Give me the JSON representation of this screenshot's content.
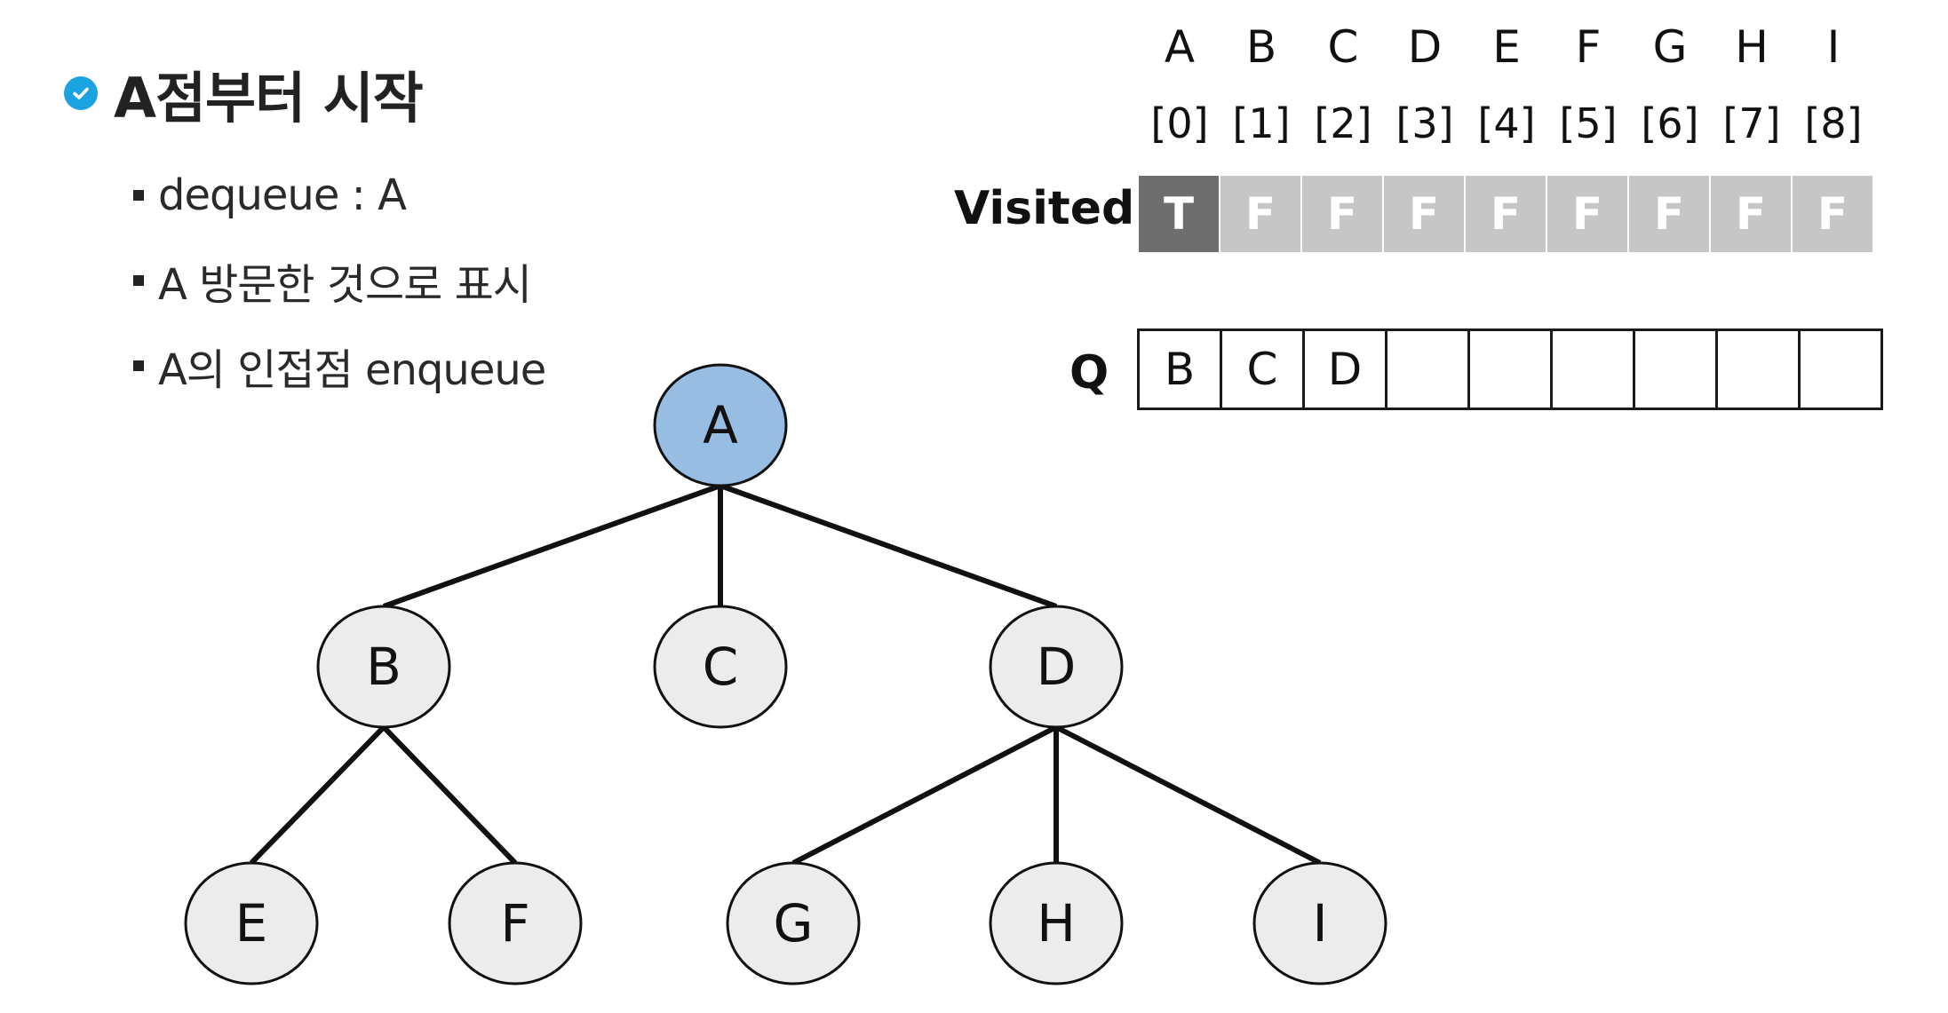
{
  "title": "A점부터 시작",
  "bullets": [
    "dequeue : A",
    "A 방문한 것으로 표시",
    "A의 인접점 enqueue"
  ],
  "columns": [
    "A",
    "B",
    "C",
    "D",
    "E",
    "F",
    "G",
    "H",
    "I"
  ],
  "indices": [
    "[0]",
    "[1]",
    "[2]",
    "[3]",
    "[4]",
    "[5]",
    "[6]",
    "[7]",
    "[8]"
  ],
  "visited": {
    "label": "Visited",
    "values": [
      "T",
      "F",
      "F",
      "F",
      "F",
      "F",
      "F",
      "F",
      "F"
    ]
  },
  "queue": {
    "label": "Q",
    "values": [
      "B",
      "C",
      "D",
      "",
      "",
      "",
      "",
      "",
      ""
    ]
  },
  "tree": {
    "nodes": [
      {
        "id": "A",
        "label": "A",
        "highlighted": true
      },
      {
        "id": "B",
        "label": "B",
        "highlighted": false
      },
      {
        "id": "C",
        "label": "C",
        "highlighted": false
      },
      {
        "id": "D",
        "label": "D",
        "highlighted": false
      },
      {
        "id": "E",
        "label": "E",
        "highlighted": false
      },
      {
        "id": "F",
        "label": "F",
        "highlighted": false
      },
      {
        "id": "G",
        "label": "G",
        "highlighted": false
      },
      {
        "id": "H",
        "label": "H",
        "highlighted": false
      },
      {
        "id": "I",
        "label": "I",
        "highlighted": false
      }
    ],
    "edges": [
      [
        "A",
        "B"
      ],
      [
        "A",
        "C"
      ],
      [
        "A",
        "D"
      ],
      [
        "B",
        "E"
      ],
      [
        "B",
        "F"
      ],
      [
        "D",
        "G"
      ],
      [
        "D",
        "H"
      ],
      [
        "D",
        "I"
      ]
    ]
  },
  "colors": {
    "highlight_fill": "#98bde2",
    "node_fill": "#ececec",
    "visited_true": "#6e6e6e",
    "visited_false": "#c6c6c6",
    "check_icon": "#1aa3e0"
  }
}
